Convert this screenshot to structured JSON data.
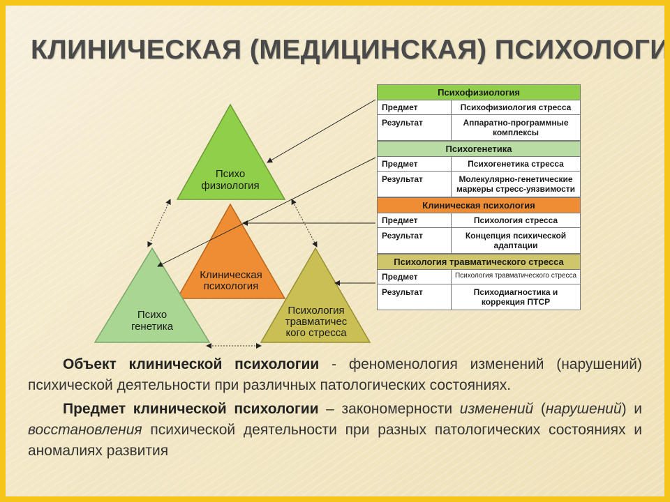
{
  "title": "КЛИНИЧЕСКАЯ (МЕДИЦИНСКАЯ) ПСИХОЛОГИЯ",
  "triangles": {
    "psychophysiology": {
      "line1": "Психо",
      "line2": "физиология",
      "color": "#8fcf4a"
    },
    "clinical": {
      "line1": "Клиническая",
      "line2": "психология",
      "color": "#ee8d33"
    },
    "psychogenetics": {
      "line1": "Психо",
      "line2": "генетика",
      "color": "#a9d692"
    },
    "trauma": {
      "line1": "Психология",
      "line2": "травматичес",
      "line3": "кого стресса",
      "color": "#c9bf55"
    }
  },
  "table": [
    {
      "header": "Психофизиология",
      "color": "green",
      "subject_label": "Предмет",
      "subject": "Психофизиология стресса",
      "result_label": "Результат",
      "result": "Аппаратно-программные комплексы"
    },
    {
      "header": "Психогенетика",
      "color": "lightgreen",
      "subject_label": "Предмет",
      "subject": "Психогенетика стресса",
      "result_label": "Результат",
      "result": "Молекулярно-генетические маркеры стресс-уязвимости"
    },
    {
      "header": "Клиническая психология",
      "color": "orange",
      "subject_label": "Предмет",
      "subject": "Психология стресса",
      "result_label": "Результат",
      "result": "Концепция психической адаптации"
    },
    {
      "header": "Психология травматического стресса",
      "color": "olive",
      "subject_label": "Предмет",
      "subject": "Психология травматического стресса",
      "result_label": "Результат",
      "result": "Психодиагностика и коррекция ПТСР"
    }
  ],
  "paragraph1": {
    "bold": "Объект клинической психологии",
    "rest": " - феноменология изменений (нарушений) психической деятельности при различных патологических состояниях."
  },
  "paragraph2": {
    "bold": "Предмет клинической психологии",
    "t1": " – закономерности ",
    "i1": "изменений",
    "t2": " (",
    "i2": "нарушений",
    "t3": ") и ",
    "i3": "восстановления",
    "t4": " психической деятельности при разных патологических состояниях и аномалиях развития"
  }
}
